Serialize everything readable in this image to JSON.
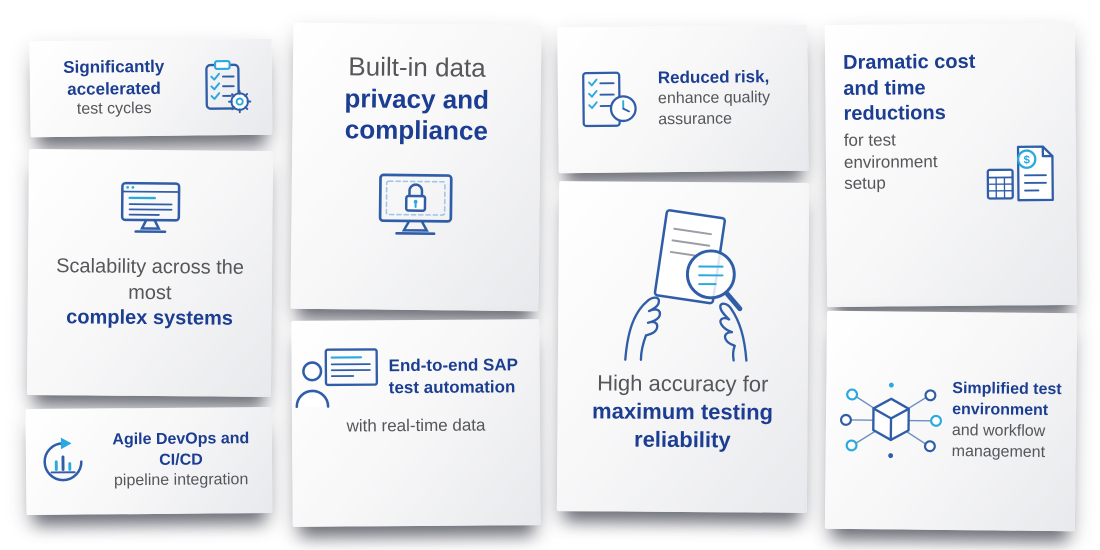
{
  "colors": {
    "accent_blue": "#1c3e92",
    "text_gray": "#55565a",
    "icon_blue": "#2f5da8",
    "icon_cyan": "#2aa9e0",
    "page_bg": "#ffffff"
  },
  "cards": {
    "test_cycles": {
      "bold": "Significantly accelerated",
      "normal": "test cycles",
      "icon": "clipboard-checklist-gear"
    },
    "scalability": {
      "normal": "Scalability across the most",
      "bold": "complex systems",
      "icon": "monitor-chart"
    },
    "devops": {
      "bold": "Agile DevOps and CI/CD",
      "normal": "pipeline integration",
      "icon": "circular-arrows-chart"
    },
    "privacy": {
      "normal": "Built-in data",
      "bold": "privacy and compliance",
      "icon": "monitor-lock"
    },
    "sap_automation": {
      "bold": "End-to-end SAP test automation",
      "normal": "with real-time data",
      "icon": "person-presentation"
    },
    "reduced_risk": {
      "bold": "Reduced risk,",
      "normal": "enhance quality assurance",
      "icon": "checklist-clock"
    },
    "accuracy": {
      "normal": "High accuracy for",
      "bold": "maximum testing reliability",
      "icon": "hands-document-magnifier"
    },
    "cost_reduction": {
      "bold": "Dramatic cost and time reductions",
      "normal": "for test environment setup",
      "icon": "document-dollar-calculator"
    },
    "simplified_env": {
      "bold": "Simplified test environment",
      "normal": "and workflow management",
      "icon": "network-cube"
    }
  }
}
